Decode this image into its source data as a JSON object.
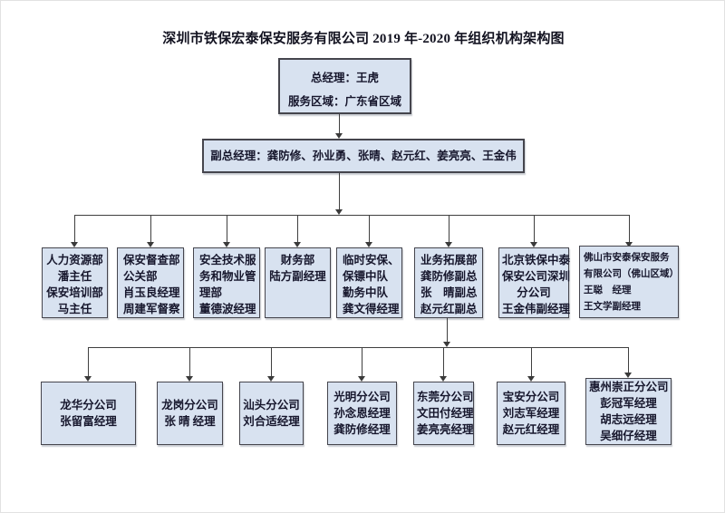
{
  "title": "深圳市铁保宏泰保安服务有限公司 2019 年-2020 年组织机构架构图",
  "org": {
    "general_manager": {
      "lines": [
        "总经理：王虎",
        "服务区域：广东省区域"
      ]
    },
    "deputy_general_managers": {
      "label": "副总经理：龚防修、孙业勇、张晴、赵元红、姜亮亮、王金伟"
    },
    "departments": [
      {
        "name": "人力资源部-保安培训部",
        "lines": [
          "人力资源部",
          "潘主任",
          "保安培训部",
          "马主任"
        ]
      },
      {
        "name": "保安督查部-公关部",
        "lines": [
          "保安督查部",
          "公关部",
          "肖玉良经理",
          "周建军督察"
        ]
      },
      {
        "name": "安全技术服务和物业管理部",
        "lines": [
          "安全技术服",
          "务和物业管",
          "理部",
          "董德波经理"
        ]
      },
      {
        "name": "财务部",
        "lines": [
          "财务部",
          "陆方副经理"
        ]
      },
      {
        "name": "临时安保保镖中队勤务中队",
        "lines": [
          "临时安保、",
          "保镖中队",
          "勤务中队",
          "龚文得经理"
        ]
      },
      {
        "name": "业务拓展部",
        "lines": [
          "业务拓展部",
          "龚防修副总",
          "张　晴副总",
          "赵元红副总"
        ]
      },
      {
        "name": "北京铁保中泰保安公司深圳分公司",
        "lines": [
          "北京铁保中泰",
          "保安公司深圳",
          "分公司",
          "王金伟副经理"
        ]
      },
      {
        "name": "佛山市安泰保安服务有限公司",
        "lines": [
          "佛山市安泰保安服务",
          "有限公司（佛山区域）",
          "王聪　经理",
          "王文学副经理"
        ]
      }
    ],
    "branches": [
      {
        "name": "龙华分公司",
        "lines": [
          "龙华分公司",
          "张留富经理"
        ]
      },
      {
        "name": "龙岗分公司",
        "lines": [
          "龙岗分公司",
          "张 晴 经理"
        ]
      },
      {
        "name": "汕头分公司",
        "lines": [
          "汕头分公司",
          "刘合适经理"
        ]
      },
      {
        "name": "光明分公司",
        "lines": [
          "光明分公司",
          "孙念恩经理",
          "龚防修经理"
        ]
      },
      {
        "name": "东莞分公司",
        "lines": [
          "东莞分公司",
          "文田付经理",
          "姜亮亮经理"
        ]
      },
      {
        "name": "宝安分公司",
        "lines": [
          "宝安分公司",
          "刘志军经理",
          "赵元红经理"
        ]
      },
      {
        "name": "惠州崇正分公司",
        "lines": [
          "惠州崇正分公司",
          "彭冠军经理",
          "胡志远经理",
          "吴细仔经理"
        ]
      }
    ]
  },
  "colors": {
    "box_fill": "#d8e2f0",
    "box_border": "#45454d",
    "connector_line": "#3f3f3f",
    "text": "#16162c",
    "background": "#ffffff"
  }
}
